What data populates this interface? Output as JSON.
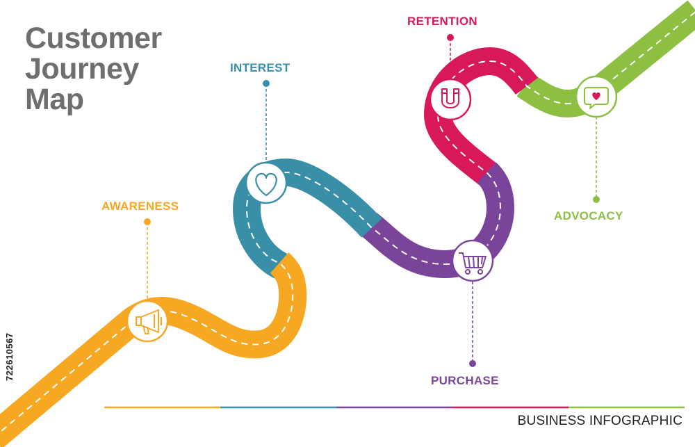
{
  "title": {
    "lines": [
      "Customer",
      "Journey",
      "Map"
    ],
    "color": "#6d6e70"
  },
  "stages": [
    {
      "id": "awareness",
      "label": "AWARENESS",
      "color": "#f7a823",
      "icon": "megaphone-icon"
    },
    {
      "id": "interest",
      "label": "INTEREST",
      "color": "#3a8fa8",
      "icon": "heart-icon"
    },
    {
      "id": "purchase",
      "label": "PURCHASE",
      "color": "#7b449b",
      "icon": "shopping-cart-icon"
    },
    {
      "id": "retention",
      "label": "RETENTION",
      "color": "#d9175b",
      "icon": "magnet-icon"
    },
    {
      "id": "advocacy",
      "label": "ADVOCACY",
      "color": "#8dbf43",
      "icon": "speech-bubble-heart-icon"
    }
  ],
  "footer": {
    "text": "BUSINESS INFOGRAPHIC"
  },
  "watermark": {
    "text": "722610567"
  }
}
